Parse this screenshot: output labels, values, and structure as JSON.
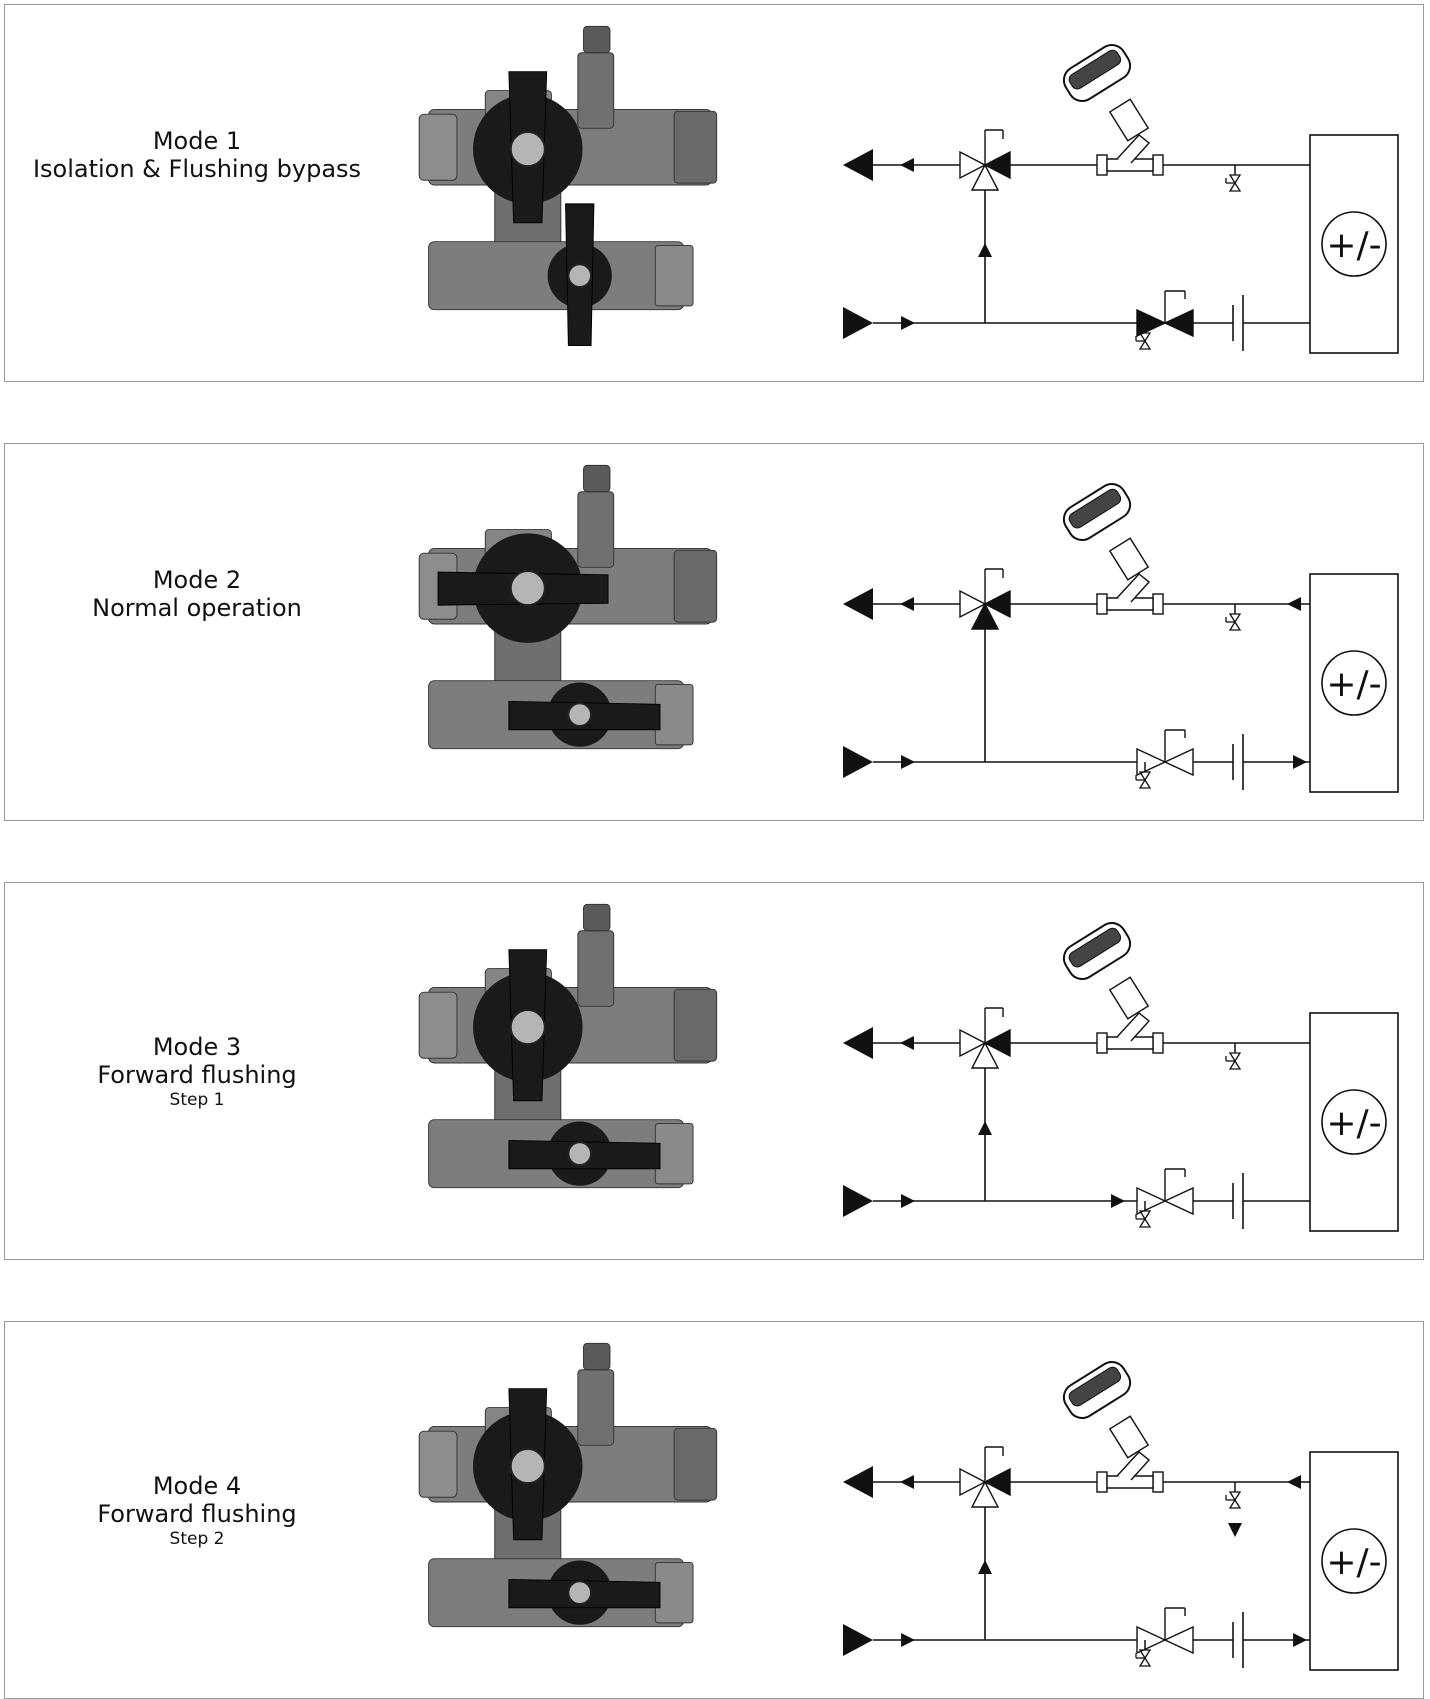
{
  "panels": [
    {
      "id": 1,
      "title": "Mode 1",
      "subtitle": "Isolation & Flushing bypass",
      "step": ""
    },
    {
      "id": 2,
      "title": "Mode 2",
      "subtitle": "Normal operation",
      "step": ""
    },
    {
      "id": 3,
      "title": "Mode 3",
      "subtitle": "Forward flushing",
      "step": "Step 1"
    },
    {
      "id": 4,
      "title": "Mode 4",
      "subtitle": "Forward flushing",
      "step": "Step 2"
    }
  ],
  "device_label": "+/-",
  "colors": {
    "line": "#111111",
    "border": "#9a9a9a",
    "metal": "#7d7d7d",
    "handle": "#1a1a1a"
  }
}
